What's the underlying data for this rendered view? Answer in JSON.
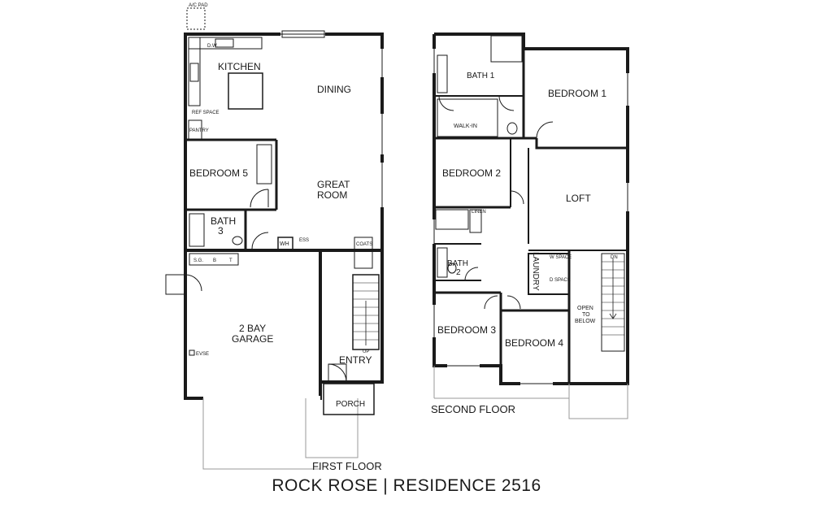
{
  "title": {
    "community": "ROCK ROSE",
    "separator": "|",
    "residence": "RESIDENCE 2516"
  },
  "first_floor": {
    "label": "FIRST FLOOR",
    "rooms": {
      "kitchen": "KITCHEN",
      "dining": "DINING",
      "bedroom5": "BEDROOM 5",
      "great_room_line1": "GREAT",
      "great_room_line2": "ROOM",
      "bath3_line1": "BATH",
      "bath3_line2": "3",
      "garage_line1": "2 BAY",
      "garage_line2": "GARAGE",
      "entry": "ENTRY",
      "porch": "PORCH"
    },
    "fixtures": {
      "ac_pad": "A/C PAD",
      "dw": "D.W.",
      "ref_space": "REF SPACE",
      "pantry": "PANTRY",
      "wh": "WH",
      "ess": "ESS",
      "coats": "COATS",
      "evse": "EVSE",
      "up": "UP",
      "shelf_a": "S.G.",
      "shelf_b": "B",
      "shelf_c": "T"
    }
  },
  "second_floor": {
    "label": "SECOND FLOOR",
    "rooms": {
      "bath1": "BATH 1",
      "bedroom1": "BEDROOM 1",
      "walk_in": "WALK-IN",
      "bedroom2": "BEDROOM 2",
      "loft": "LOFT",
      "bath2_line1": "BATH",
      "bath2_line2": "2",
      "bedroom3": "BEDROOM 3",
      "bedroom4": "BEDROOM 4",
      "laundry": "LAUNDRY",
      "open_line1": "OPEN",
      "open_line2": "TO",
      "open_line3": "BELOW"
    },
    "fixtures": {
      "linen": "LINEN",
      "w_space": "W SPACE",
      "d_space": "D SPACE",
      "dn": "DN"
    }
  }
}
